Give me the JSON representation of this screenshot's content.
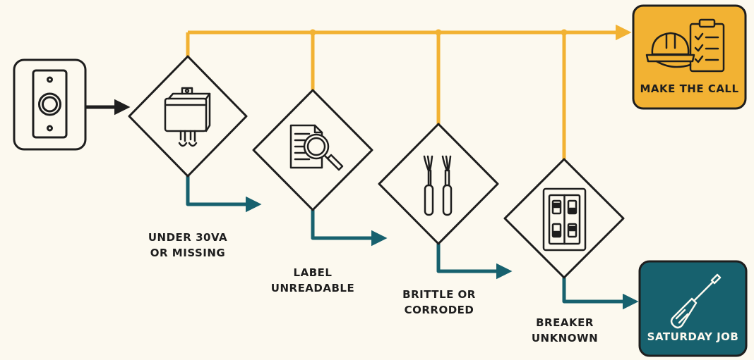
{
  "colors": {
    "background": "#fcf9ef",
    "escalate": "#f2b233",
    "diy": "#17616e",
    "ink": "#1e1e1e"
  },
  "start": {
    "icon": "doorbell-button-icon"
  },
  "checks": [
    {
      "icon": "transformer-icon",
      "label_lines": [
        "UNDER 30VA",
        "OR MISSING"
      ]
    },
    {
      "icon": "magnifier-document-icon",
      "label_lines": [
        "LABEL",
        "UNREADABLE"
      ]
    },
    {
      "icon": "wires-icon",
      "label_lines": [
        "BRITTLE OR",
        "CORRODED"
      ]
    },
    {
      "icon": "breaker-panel-icon",
      "label_lines": [
        "BREAKER",
        "UNKNOWN"
      ]
    }
  ],
  "outcomes": {
    "escalate": {
      "label": "MAKE THE CALL",
      "icon": "hardhat-clipboard-icon"
    },
    "diy": {
      "label": "SATURDAY JOB",
      "icon": "screwdriver-icon"
    }
  }
}
